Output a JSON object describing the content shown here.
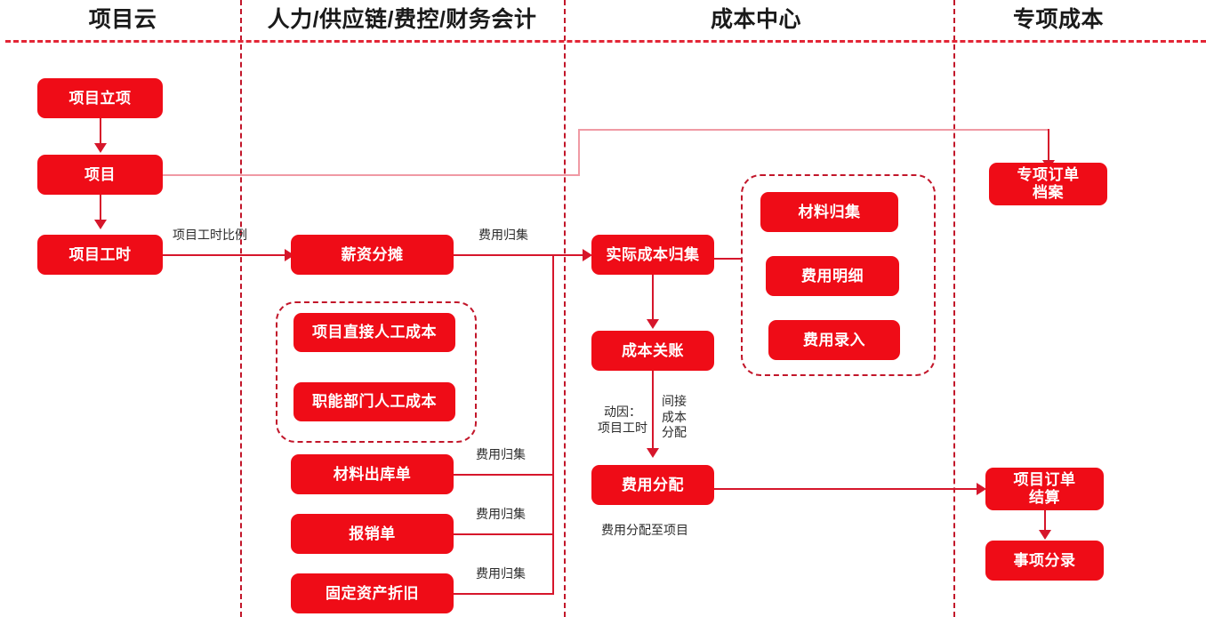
{
  "lanes": [
    {
      "title": "项目云"
    },
    {
      "title": "人力/供应链/费控/财务会计"
    },
    {
      "title": "成本中心"
    },
    {
      "title": "专项成本"
    }
  ],
  "nodes": {
    "project_setup": "项目立项",
    "project": "项目",
    "project_hours": "项目工时",
    "salary_allocation": "薪资分摊",
    "direct_labor_cost": "项目直接人工成本",
    "functional_labor_cost": "职能部门人工成本",
    "material_issue": "材料出库单",
    "expense_claim": "报销单",
    "fixed_asset_depreciation": "固定资产折旧",
    "actual_cost_collection": "实际成本归集",
    "cost_closing": "成本关账",
    "expense_allocation": "费用分配",
    "material_collection": "材料归集",
    "expense_detail": "费用明细",
    "expense_entry": "费用录入",
    "special_order_archive_line1": "专项订单",
    "special_order_archive_line2": "档案",
    "project_order_settle_line1": "项目订单",
    "project_order_settle_line2": "结算",
    "event_journal_entry": "事项分录"
  },
  "edge_labels": {
    "hours_ratio": "项目工时比例",
    "salary_collection": "费用归集",
    "material_collection_label": "费用归集",
    "claim_collection_label": "费用归集",
    "depreciation_collection_label": "费用归集",
    "driver_line1": "动因：",
    "driver_line2": "项目工时",
    "indirect_line1": "间接",
    "indirect_line2": "成本",
    "indirect_line3": "分配",
    "allocate_to_project": "费用分配至项目"
  },
  "colors": {
    "node_fill": "#ef0c17",
    "node_text": "#ffffff",
    "divider": "#c2162a",
    "connector": "#d6162b",
    "connector_pale": "#f09aa4",
    "header_text": "#1a1a1a"
  }
}
